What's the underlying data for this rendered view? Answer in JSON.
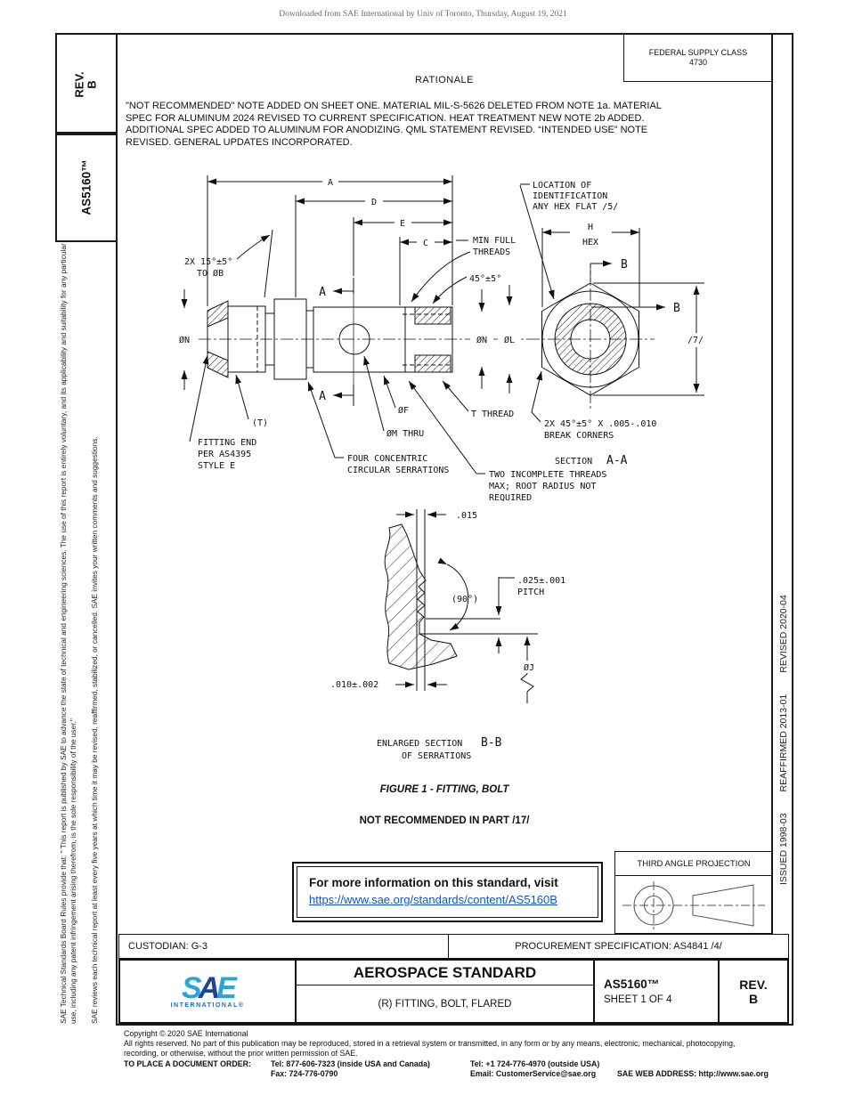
{
  "page": {
    "downloaded_note": "Downloaded from SAE International by Univ of Toronto, Thursday, August 19, 2021"
  },
  "header": {
    "federal_supply_class_label": "FEDERAL SUPPLY CLASS",
    "federal_supply_class_value": "4730",
    "rationale_title": "RATIONALE",
    "rationale_lines": [
      "\"NOT RECOMMENDED\" NOTE ADDED ON SHEET ONE. MATERIAL MIL-S-5626 DELETED FROM NOTE 1a. MATERIAL",
      "SPEC FOR ALUMINUM 2024 REVISED TO CURRENT SPECIFICATION. HEAT TREATMENT NEW NOTE 2b ADDED.",
      "ADDITIONAL SPEC ADDED TO ALUMINUM FOR ANODIZING. QML STATEMENT REVISED. “INTENDED USE” NOTE",
      "REVISED. GENERAL UPDATES INCORPORATED."
    ]
  },
  "sidebar_left": {
    "rev_label": "REV.",
    "rev_value": "B",
    "standard_number": "AS5160™",
    "boilerplate_1": "SAE Technical Standards Board Rules provide that: \" This report is published by SAE to advance the state of technical and engineering sciences. The use of this report is entirely voluntary, and its applicability and suitability for any particular use, including any patent infringement arising therefrom, is the sole responsibility of the user.\"",
    "boilerplate_2": "SAE reviews each technical report at least every five years at which time it may be revised, reaffirmed, stabilized, or cancelled. SAE invites your written comments and suggestions."
  },
  "sidebar_right": {
    "issued": "ISSUED 1998-03",
    "reaffirmed": "REAFFIRMED 2013-01",
    "revised": "REVISED 2020-04"
  },
  "drawing": {
    "labels": {
      "a": "A",
      "d": "D",
      "e": "E",
      "c": "C",
      "min_full_1": "MIN FULL",
      "min_full_2": "THREADS",
      "chamf15_1": "2X 15°±5°",
      "chamf15_2": "TO ØB",
      "deg45": "45°±5°",
      "loc1": "LOCATION OF",
      "loc2": "IDENTIFICATION",
      "loc3": "ANY HEX FLAT /5/",
      "h": "H",
      "hex": "HEX",
      "b": "B",
      "dia_n": "ØN",
      "dia_l": "ØL",
      "sec_a": "A",
      "t_paren": "(T)",
      "fit1": "FITTING END",
      "fit2": "PER AS4395",
      "fit3": "STYLE E",
      "serr1": "FOUR CONCENTRIC",
      "serr2": "CIRCULAR SERRATIONS",
      "dia_f": "ØF",
      "dia_m": "ØM THRU",
      "t_thread": "T THREAD",
      "inc1": "TWO INCOMPLETE THREADS",
      "inc2": "MAX; ROOT RADIUS NOT",
      "inc3": "REQUIRED",
      "brk1": "2X 45°±5° X .005-.010",
      "brk2": "BREAK CORNERS",
      "section_word": "SECTION",
      "section_aa": "A-A",
      "seven": "/7/",
      "d015": ".015",
      "deg90": "(90°)",
      "pitch1": ".025±.001",
      "pitch2": "PITCH",
      "d010": ".010±.002",
      "dia_j": "ØJ",
      "enl1": "ENLARGED SECTION",
      "enl_bb": "B-B",
      "enl2": "OF SERRATIONS"
    }
  },
  "figure": {
    "caption": "FIGURE 1 - FITTING, BOLT",
    "note": "NOT RECOMMENDED IN PART /17/"
  },
  "info_box": {
    "text": "For more information on this standard, visit",
    "link": "https://www.sae.org/standards/content/AS5160B"
  },
  "projection": {
    "label": "THIRD ANGLE PROJECTION"
  },
  "title_block": {
    "custodian": "CUSTODIAN: G-3",
    "procurement": "PROCUREMENT SPECIFICATION: AS4841 /4/",
    "logo_s": "S",
    "logo_a": "A",
    "logo_e": "E",
    "logo_sub": "INTERNATIONAL®",
    "doc_type": "AEROSPACE STANDARD",
    "doc_title": "(R) FITTING, BOLT, FLARED",
    "doc_number": "AS5160™",
    "sheet": "SHEET 1 OF 4",
    "rev_label": "REV.",
    "rev_value": "B"
  },
  "footer": {
    "copyright": "Copyright © 2020 SAE International",
    "rights_1": "All rights reserved. No part of this publication may be reproduced, stored in a retrieval system or transmitted, in any form or by any means, electronic, mechanical, photocopying,",
    "rights_2": "recording, or otherwise, without the prior written permission of SAE.",
    "order_label": "TO PLACE A DOCUMENT ORDER:",
    "tel_inside": "Tel: 877-606-7323 (inside USA and Canada)",
    "tel_outside": "Tel: +1 724-776-4970 (outside USA)",
    "fax": "Fax: 724-776-0790",
    "email": "Email: CustomerService@sae.org",
    "web": "SAE WEB ADDRESS: http://www.sae.org"
  },
  "colors": {
    "link_blue": "#1155CC",
    "sae_light_blue": "#2AA5DC",
    "sae_dark_blue": "#1F4496",
    "header_gray": "#6a6a6a"
  }
}
